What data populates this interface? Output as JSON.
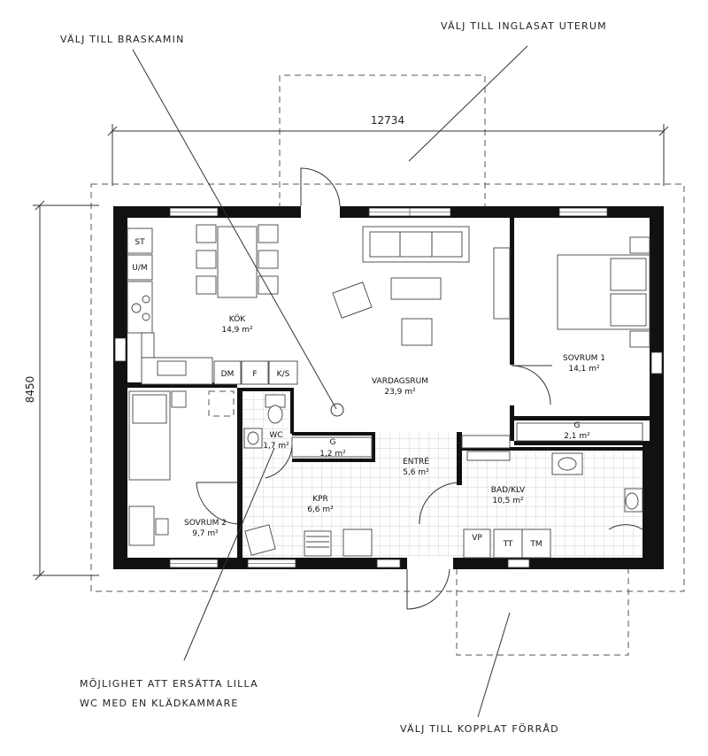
{
  "annotations": {
    "fireplace": "VÄLJ TILL BRASKAMIN",
    "sunroom": "VÄLJ TILL INGLASAT UTERUM",
    "wc_option_line1": "MÖJLIGHET ATT ERSÄTTA LILLA",
    "wc_option_line2": "WC MED EN KLÄDKAMMARE",
    "storage": "VÄLJ TILL KOPPLAT FÖRRÅD"
  },
  "dimensions": {
    "width": "12734",
    "depth": "8450"
  },
  "rooms": {
    "kitchen": {
      "name": "KÖK",
      "area": "14,9 m²"
    },
    "living": {
      "name": "VARDAGSRUM",
      "area": "23,9 m²"
    },
    "bedroom1": {
      "name": "SOVRUM 1",
      "area": "14,1 m²"
    },
    "storage_g_right": {
      "name": "G",
      "area": "2,1 m²"
    },
    "wc": {
      "name": "WC",
      "area": "1,7 m²"
    },
    "storage_g_left": {
      "name": "G",
      "area": "1,2 m²"
    },
    "entrance": {
      "name": "ENTRÉ",
      "area": "5,6 m²"
    },
    "kpr": {
      "name": "KPR",
      "area": "6,6 m²"
    },
    "bath": {
      "name": "BAD/KLV",
      "area": "10,5 m²"
    },
    "bedroom2": {
      "name": "SOVRUM 2",
      "area": "9,7 m²"
    }
  },
  "fixtures": {
    "st": "ST",
    "um": "U/M",
    "dm": "DM",
    "f": "F",
    "ks": "K/S",
    "vp": "VP",
    "tt": "TT",
    "tm": "TM"
  }
}
